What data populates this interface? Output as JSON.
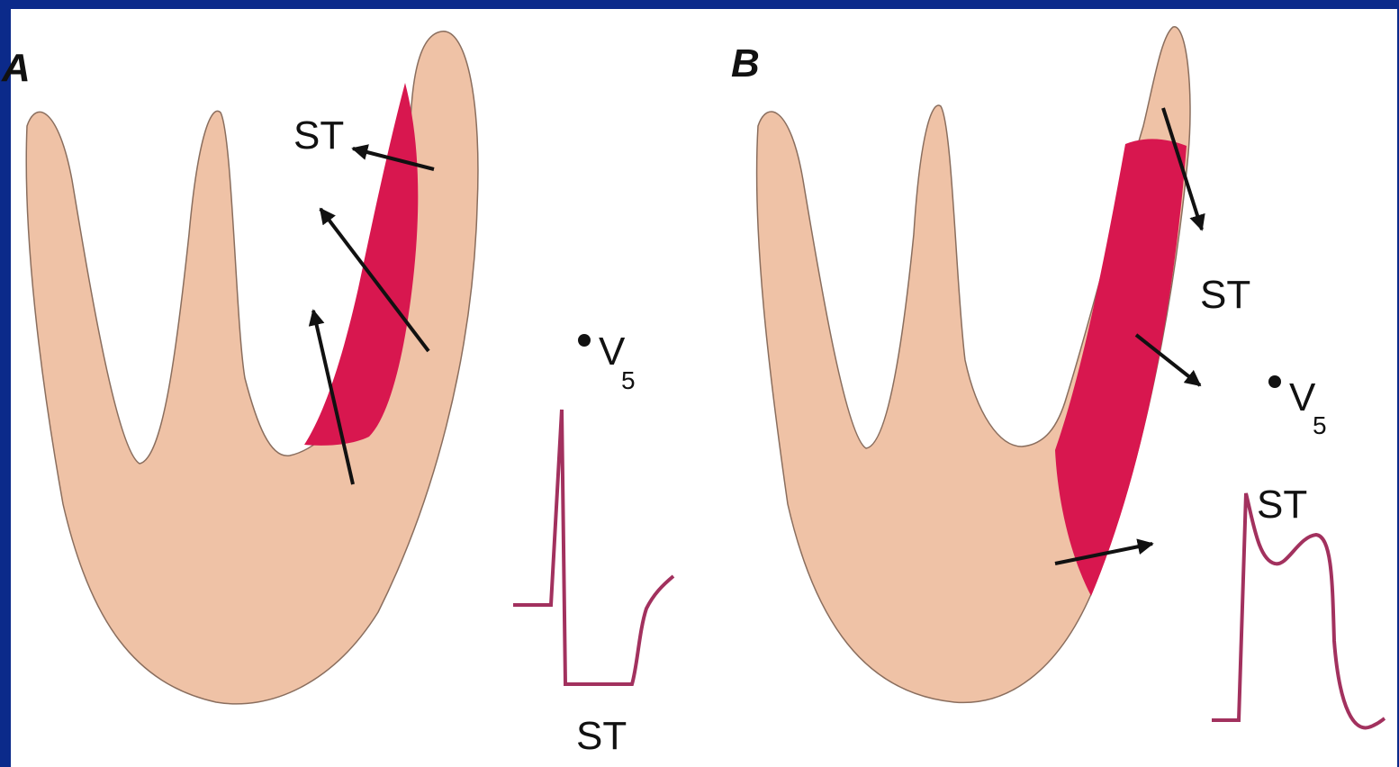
{
  "colors": {
    "frame_border": "#0b2a8a",
    "background": "#ffffff",
    "myocardium": "#efc2a6",
    "injury_zone": "#d8174f",
    "ecg_trace": "#a2315e",
    "arrow": "#111111"
  },
  "panels": [
    {
      "letter": "A",
      "st_label_vector": "ST",
      "lead_label": "V",
      "lead_subscript": "5",
      "st_label_ecg": "ST"
    },
    {
      "letter": "B",
      "st_label_vector": "ST",
      "lead_label": "V",
      "lead_subscript": "5",
      "st_label_ecg": "ST"
    }
  ]
}
